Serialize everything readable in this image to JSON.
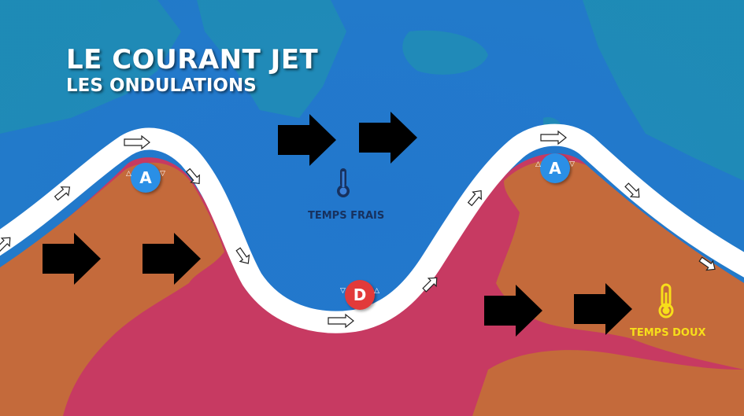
{
  "header": {
    "title": "LE COURANT JET",
    "subtitle": "LES ONDULATIONS"
  },
  "labels": {
    "cold": "TEMPS FRAIS",
    "warm": "TEMPS DOUX"
  },
  "pressure": {
    "high": "A",
    "low": "D",
    "high_mark_left": "△",
    "high_mark_right": "▽",
    "low_mark_left": "▽",
    "low_mark_right": "△"
  },
  "icons": {
    "cold": "thermometer-cold-icon",
    "warm": "thermometer-warm-icon",
    "wind": "black-wind-arrow-icon",
    "jet": "jet-flow-arrow-icon"
  },
  "colors": {
    "ocean": "#2277cc",
    "cold_air": "#1e6ad0",
    "warm_air_sea": "#c73a62",
    "warm_air_land": "#c46a3b",
    "jet_stream": "#ffffff",
    "high_pressure": "#2a8fe6",
    "low_pressure": "#e23a3a",
    "cold_label": "#17315e",
    "warm_label": "#f7de1a"
  }
}
